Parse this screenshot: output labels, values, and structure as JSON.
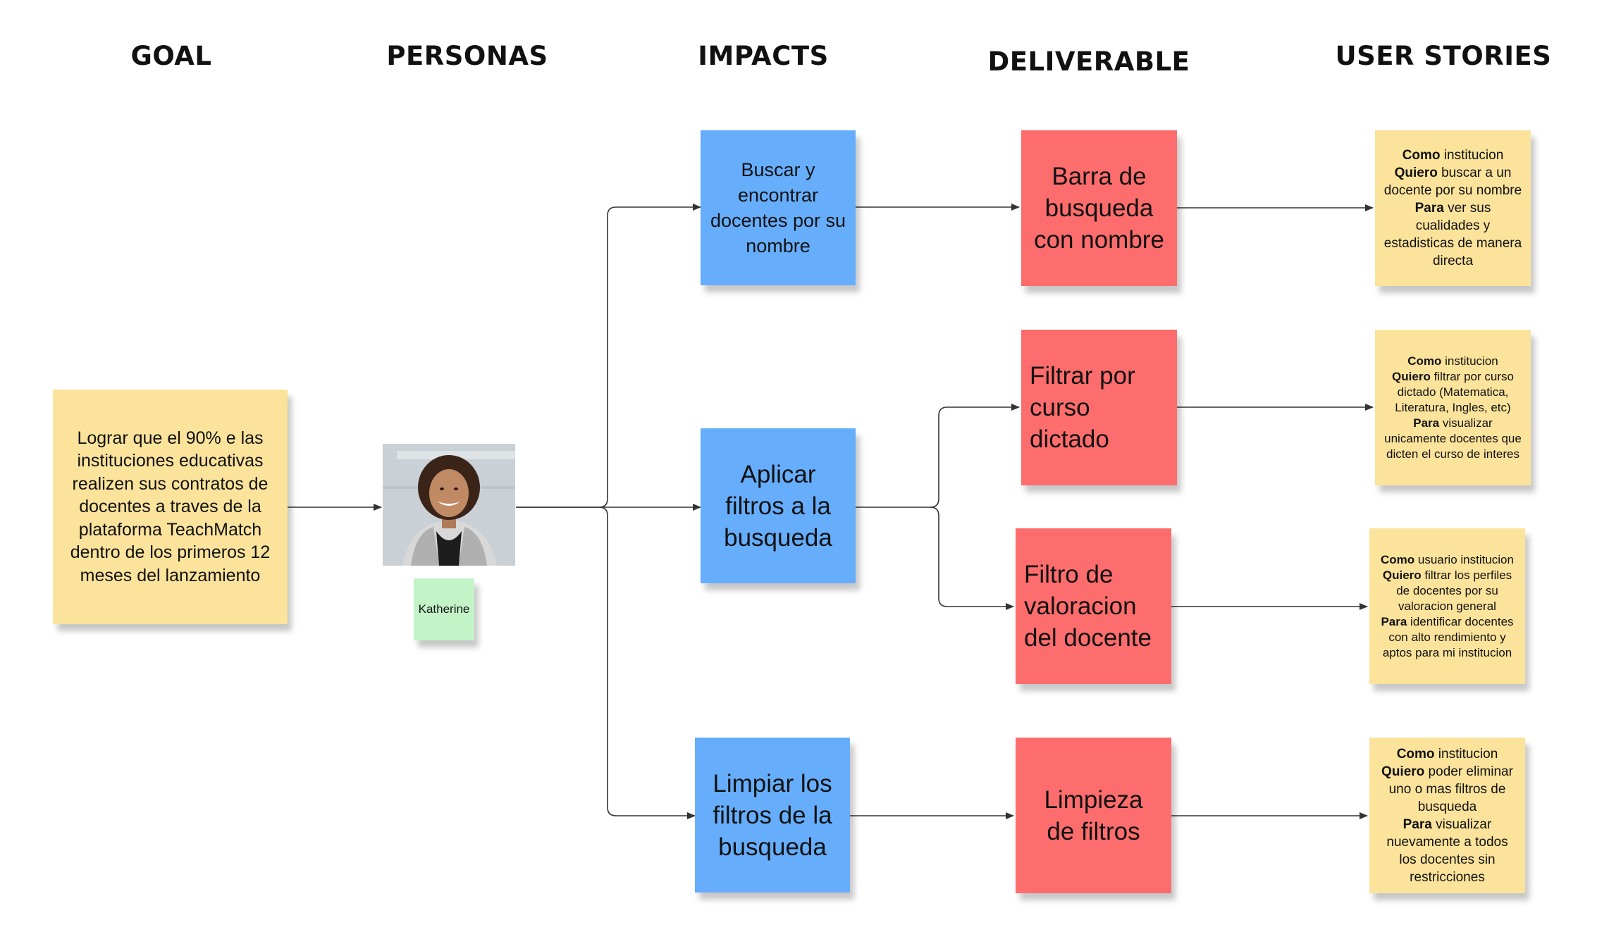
{
  "headers": {
    "goal": "GOAL",
    "personas": "PERSONAS",
    "impacts": "IMPACTS",
    "deliverable": "DELIVERABLE",
    "user_stories": "USER STORIES"
  },
  "goal_text": "Lograr que el 90% e las instituciones educativas realizen sus contratos de docentes a traves de la plataforma TeachMatch dentro de los primeros 12 meses del lanzamiento",
  "persona": {
    "name": "Katherine",
    "photo": "persona-photo"
  },
  "impacts": [
    {
      "text": "Buscar y encontrar docentes por su nombre"
    },
    {
      "text": "Aplicar filtros a la busqueda"
    },
    {
      "text": "Limpiar los filtros de la busqueda"
    }
  ],
  "deliverables": [
    {
      "text": "Barra de busqueda con nombre"
    },
    {
      "text": "Filtrar por curso dictado"
    },
    {
      "text": "Filtro de valoracion del docente"
    },
    {
      "text": "Limpieza de filtros"
    }
  ],
  "user_stories": [
    {
      "como_label": "Como",
      "como": " institucion",
      "quiero_label": "Quiero",
      "quiero": " buscar a un docente por su nombre",
      "para_label": "Para",
      "para": " ver sus cualidades y estadisticas de manera directa"
    },
    {
      "como_label": "Como",
      "como": " institucion",
      "quiero_label": "Quiero",
      "quiero": " filtrar por curso dictado (Matematica, Literatura, Ingles, etc)",
      "para_label": "Para",
      "para": " visualizar unicamente docentes que dicten el curso de interes"
    },
    {
      "como_label": "Como",
      "como": " usuario institucion",
      "quiero_label": "Quiero",
      "quiero": " filtrar los perfiles de docentes por su valoracion general",
      "para_label": "Para",
      "para": " identificar docentes con alto rendimiento y aptos para mi institucion"
    },
    {
      "como_label": "Como",
      "como": " institucion",
      "quiero_label": "Quiero",
      "quiero": " poder eliminar uno o mas filtros de busqueda",
      "para_label": "Para",
      "para": " visualizar nuevamente a todos los docentes sin restricciones"
    }
  ],
  "colors": {
    "goal_note": "#fbe39b",
    "impact_note": "#66aefc",
    "deliverable_note": "#fd6d6d",
    "story_note": "#fbe39b",
    "persona_note": "#c3f4c8",
    "connector": "#333333"
  }
}
